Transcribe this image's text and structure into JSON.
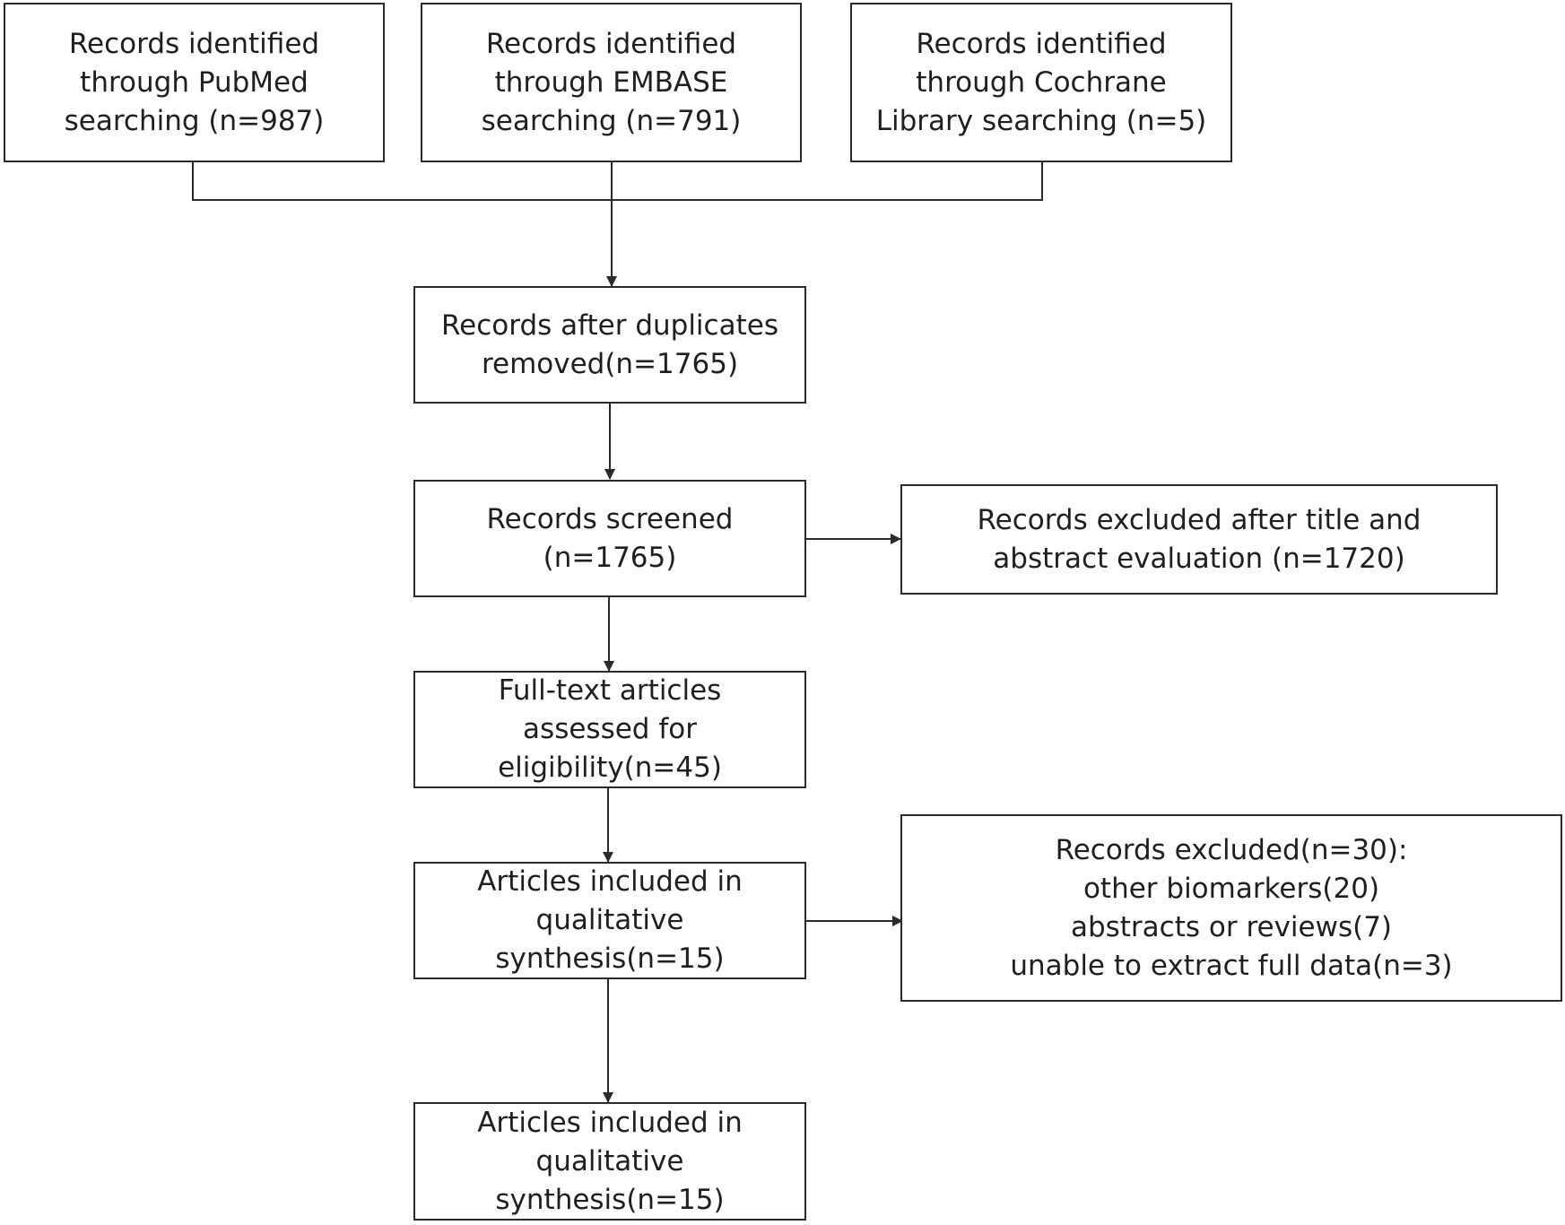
{
  "nodes": {
    "pubmed": {
      "lines": [
        "Records identified",
        "through PubMed",
        "searching (n=987)"
      ]
    },
    "embase": {
      "lines": [
        "Records identified",
        "through EMBASE",
        "searching (n=791)"
      ]
    },
    "cochrane": {
      "lines": [
        "Records identified",
        "through Cochrane",
        "Library searching (n=5)"
      ]
    },
    "dedup": {
      "lines": [
        "Records after duplicates",
        "removed(n=1765)"
      ]
    },
    "screened": {
      "lines": [
        "Records screened",
        "(n=1765)"
      ]
    },
    "excluded1": {
      "lines": [
        "Records excluded after title and",
        "abstract evaluation (n=1720)"
      ]
    },
    "fulltext": {
      "lines": [
        "Full-text articles",
        "assessed for",
        "eligibility(n=45)"
      ]
    },
    "included1": {
      "lines": [
        "Articles included in",
        "qualitative",
        "synthesis(n=15)"
      ]
    },
    "excluded2": {
      "lines": [
        "Records excluded(n=30):",
        "other biomarkers(20)",
        "abstracts or reviews(7)",
        "unable to extract full data(n=3)"
      ]
    },
    "included2": {
      "lines": [
        "Articles included in",
        "qualitative",
        "synthesis(n=15)"
      ]
    }
  },
  "edges": [
    {
      "from": "pubmed",
      "to": "dedup",
      "kind": "merge"
    },
    {
      "from": "embase",
      "to": "dedup",
      "kind": "arrow"
    },
    {
      "from": "cochrane",
      "to": "dedup",
      "kind": "merge"
    },
    {
      "from": "dedup",
      "to": "screened",
      "kind": "arrow"
    },
    {
      "from": "screened",
      "to": "excluded1",
      "kind": "arrow"
    },
    {
      "from": "screened",
      "to": "fulltext",
      "kind": "arrow"
    },
    {
      "from": "fulltext",
      "to": "included1",
      "kind": "arrow"
    },
    {
      "from": "included1",
      "to": "excluded2",
      "kind": "arrow"
    },
    {
      "from": "included1",
      "to": "included2",
      "kind": "arrow"
    }
  ],
  "colors": {
    "stroke": "#2b2b2b",
    "text": "#1f1f1f",
    "background": "#ffffff"
  }
}
